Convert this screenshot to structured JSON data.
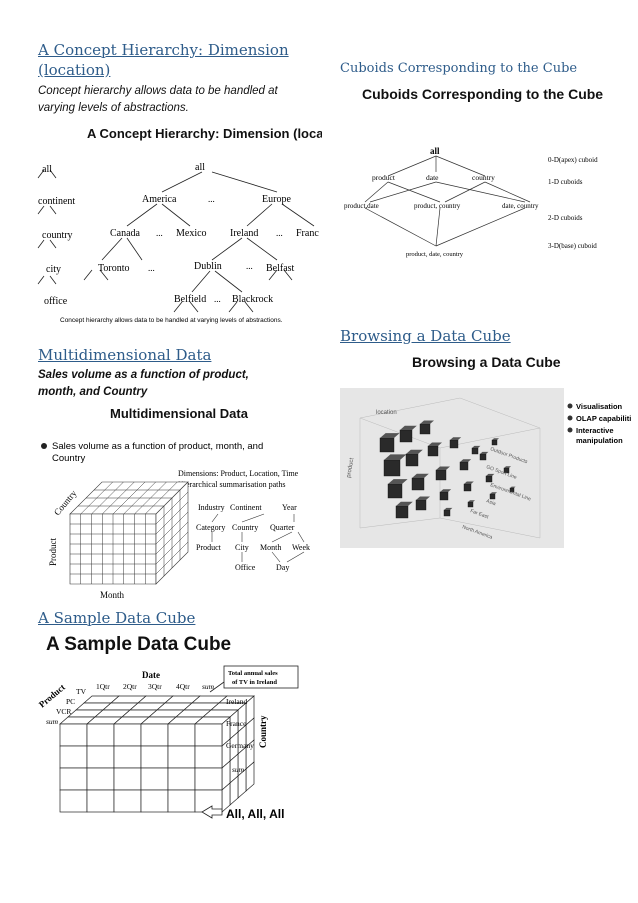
{
  "section1": {
    "heading": "A Concept Hierarchy: Dimension (location)",
    "caption": "Concept hierarchy allows data to be handled at varying levels of abstractions.",
    "slide_title": "A Concept Hierarchy: Dimension (location",
    "levels": [
      "all",
      "continent",
      "country",
      "city",
      "office"
    ],
    "nodes": {
      "all": "all",
      "america": "America",
      "europe": "Europe",
      "canada": "Canada",
      "mexico": "Mexico",
      "ireland": "Ireland",
      "france": "Franc",
      "toronto": "Toronto",
      "dublin": "Dublin",
      "belfast": "Belfast",
      "belfield": "Belfield",
      "blackrock": "Blackrock",
      "dots": "..."
    },
    "footer": "Concept hierarchy allows data to be handled at varying levels of abstractions."
  },
  "section2": {
    "heading": "Cuboids Corresponding to the Cube",
    "slide_title": "Cuboids Corresponding to the Cube",
    "nodes": {
      "all": "all",
      "product": "product",
      "date": "date",
      "country": "country",
      "product_date": "product,date",
      "product_country": "product, country",
      "date_country": "date, country",
      "pdc": "product, date, country"
    },
    "legend": [
      "0-D(apex) cuboid",
      "1-D cuboids",
      "2-D cuboids",
      "3-D(base) cuboid"
    ]
  },
  "section3": {
    "heading": "Multidimensional Data",
    "caption": "Sales volume as a function of product, month, and Country",
    "slide_title": "Multidimensional Data",
    "bullet": "Sales volume as a function of product, month, and Country",
    "dims_line1": "Dimensions: Product, Location, Time",
    "dims_line2": "Hierarchical summarisation paths",
    "hier": {
      "industry": "Industry",
      "continent": "Continent",
      "year": "Year",
      "category": "Category",
      "country": "Country",
      "quarter": "Quarter",
      "product": "Product",
      "city": "City",
      "month": "Month",
      "week": "Week",
      "office": "Office",
      "day": "Day"
    },
    "axes": {
      "country": "Country",
      "product": "Product",
      "month": "Month"
    }
  },
  "section4": {
    "heading": "Browsing a Data Cube",
    "slide_title": "Browsing a Data Cube",
    "bullets": [
      "Visualisation",
      "OLAP capabiliti",
      "Interactive manipulation"
    ],
    "axis_labels": [
      "location",
      "product",
      "Outdoor Products",
      "GO Sport Line",
      "Environmental Line",
      "Asia",
      "Far East",
      "North America"
    ]
  },
  "section5": {
    "heading": "A Sample Data Cube",
    "slide_title": "A Sample Data Cube",
    "date_label": "Date",
    "quarters": [
      "1Qtr",
      "2Qtr",
      "3Qtr",
      "4Qtr",
      "sum"
    ],
    "product_label": "Product",
    "products": [
      "TV",
      "PC",
      "VCR",
      "sum"
    ],
    "countries": [
      "Ireland",
      "France",
      "Germany",
      "sum"
    ],
    "country_label": "Country",
    "callout": "Total annual sales of TV in Ireland",
    "all_label": "All, All, All"
  }
}
